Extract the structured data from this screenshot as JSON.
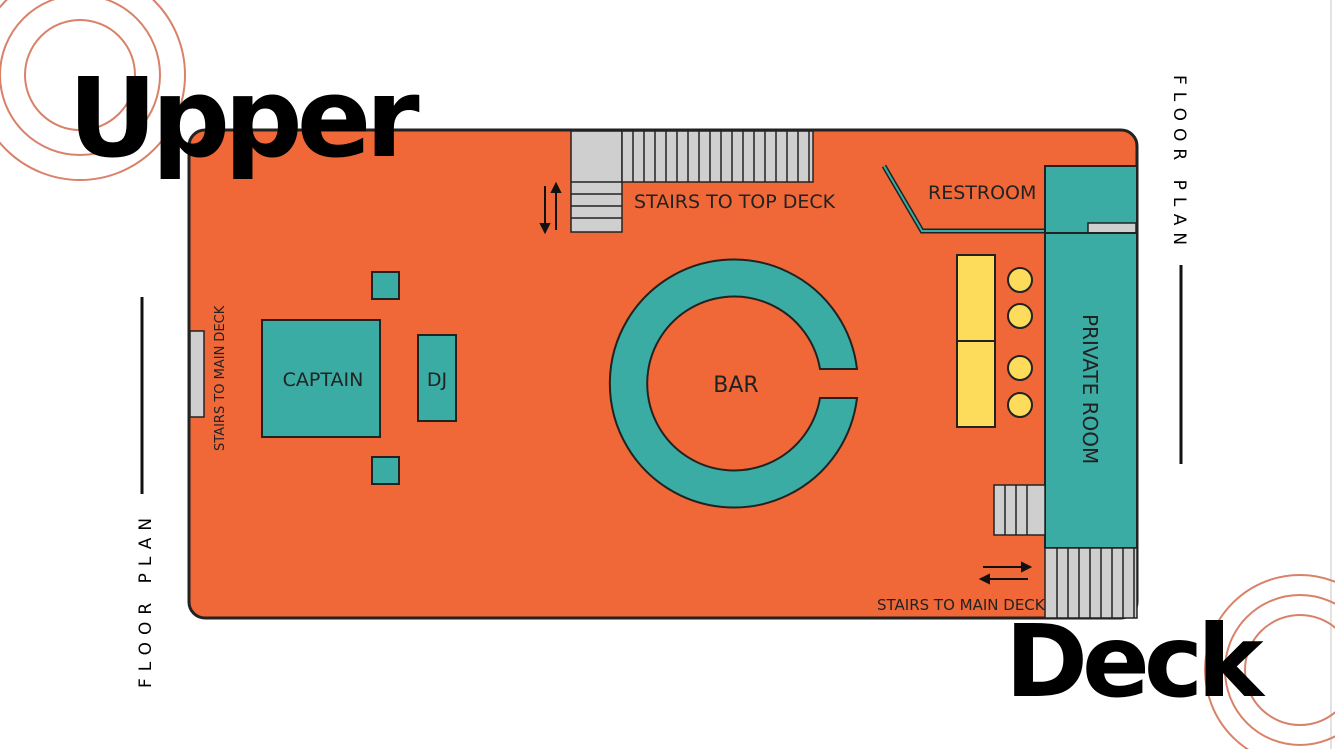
{
  "title": {
    "line1": "Upper",
    "line2": "Deck"
  },
  "side_label_left": "FLOOR PLAN",
  "side_label_right": "FLOOR PLAN",
  "rooms": {
    "stairs_top_deck": "STAIRS TO TOP DECK",
    "restroom": "RESTROOM",
    "stairs_main_deck_left": "STAIRS TO MAIN DECK",
    "captain": "CAPTAIN",
    "dj": "DJ",
    "bar": "BAR",
    "private_room": "PRIVATE ROOM",
    "stairs_main_deck_bottom": "STAIRS TO MAIN DECK"
  },
  "colors": {
    "deck": "#f06837",
    "teal": "#3aaca3",
    "yellow": "#fddc5c",
    "stairs": "#cfcfcf",
    "outline": "#222222",
    "ring": "#d8826a"
  }
}
